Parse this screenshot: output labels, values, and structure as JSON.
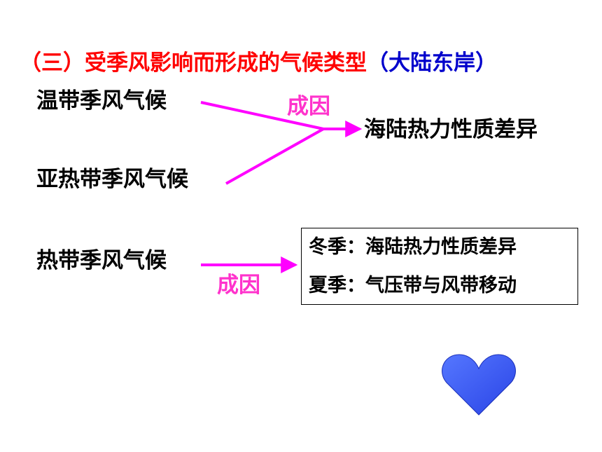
{
  "title": {
    "main": "（三）受季风影响而形成的气候类型",
    "sub": "（大陆东岸）"
  },
  "climates": {
    "temperate": "温带季风气候",
    "subtropical": "亚热带季风气候",
    "tropical": "热带季风气候"
  },
  "cause_label": "成因",
  "result_temperate_subtropical": "海陆热力性质差异",
  "tropical_causes": {
    "winter": "冬季：海陆热力性质差异",
    "summer": "夏季：气压带与风带移动"
  },
  "colors": {
    "title": "#ff0000",
    "subtitle": "#0000cc",
    "arrow": "#ff00ff",
    "cause_text": "#ff33cc",
    "heart": "#3355ff"
  },
  "icons": {
    "heart": "heart-icon"
  }
}
